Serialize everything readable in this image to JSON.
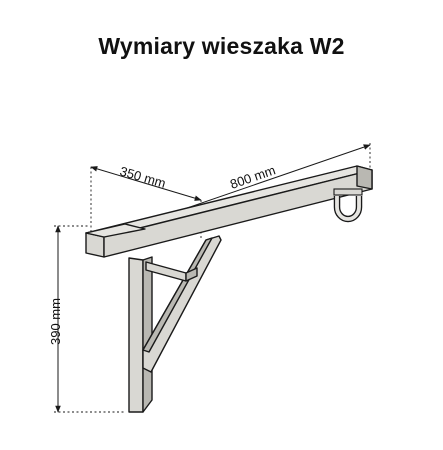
{
  "title": "Wymiary wieszaka W2",
  "dimensions": {
    "depth": "350 mm",
    "length": "800 mm",
    "height": "390 mm"
  },
  "colors": {
    "wood_face": "#d9d8d3",
    "wood_side": "#b9b8b2",
    "outline": "#1a1a1a"
  }
}
